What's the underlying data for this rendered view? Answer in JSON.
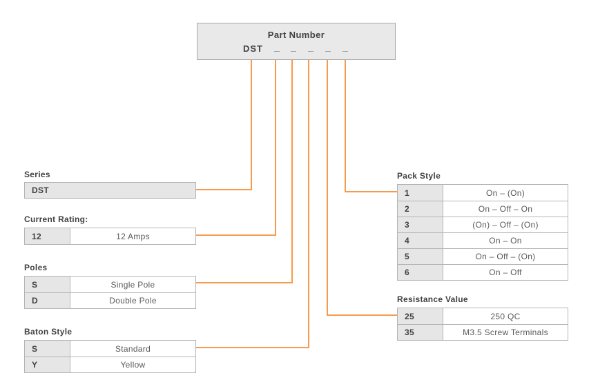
{
  "part_number_box": {
    "title": "Part Number",
    "prefix": "DST",
    "blanks": [
      "_",
      "_",
      "_",
      "_",
      "_"
    ]
  },
  "colors": {
    "accent_orange": "#F79A4D",
    "cell_gray": "#E6E6E7",
    "border_gray": "#B2B4B6",
    "label_text": "#414042",
    "value_text": "#58595B"
  },
  "tables": {
    "series": {
      "label": "Series",
      "rows": [
        {
          "key": "DST",
          "value": ""
        }
      ]
    },
    "current_rating": {
      "label": "Current Rating:",
      "rows": [
        {
          "key": "12",
          "value": "12 Amps"
        }
      ]
    },
    "poles": {
      "label": "Poles",
      "rows": [
        {
          "key": "S",
          "value": "Single Pole"
        },
        {
          "key": "D",
          "value": "Double Pole"
        }
      ]
    },
    "baton_style": {
      "label": "Baton Style",
      "rows": [
        {
          "key": "S",
          "value": "Standard"
        },
        {
          "key": "Y",
          "value": "Yellow"
        }
      ]
    },
    "pack_style": {
      "label": "Pack Style",
      "rows": [
        {
          "key": "1",
          "value": "On – (On)"
        },
        {
          "key": "2",
          "value": "On – Off – On"
        },
        {
          "key": "3",
          "value": "(On) – Off – (On)"
        },
        {
          "key": "4",
          "value": "On – On"
        },
        {
          "key": "5",
          "value": "On – Off – (On)"
        },
        {
          "key": "6",
          "value": "On – Off"
        }
      ]
    },
    "resistance_value": {
      "label": "Resistance Value",
      "rows": [
        {
          "key": "25",
          "value": "250 QC"
        },
        {
          "key": "35",
          "value": "M3.5 Screw Terminals"
        }
      ]
    }
  }
}
